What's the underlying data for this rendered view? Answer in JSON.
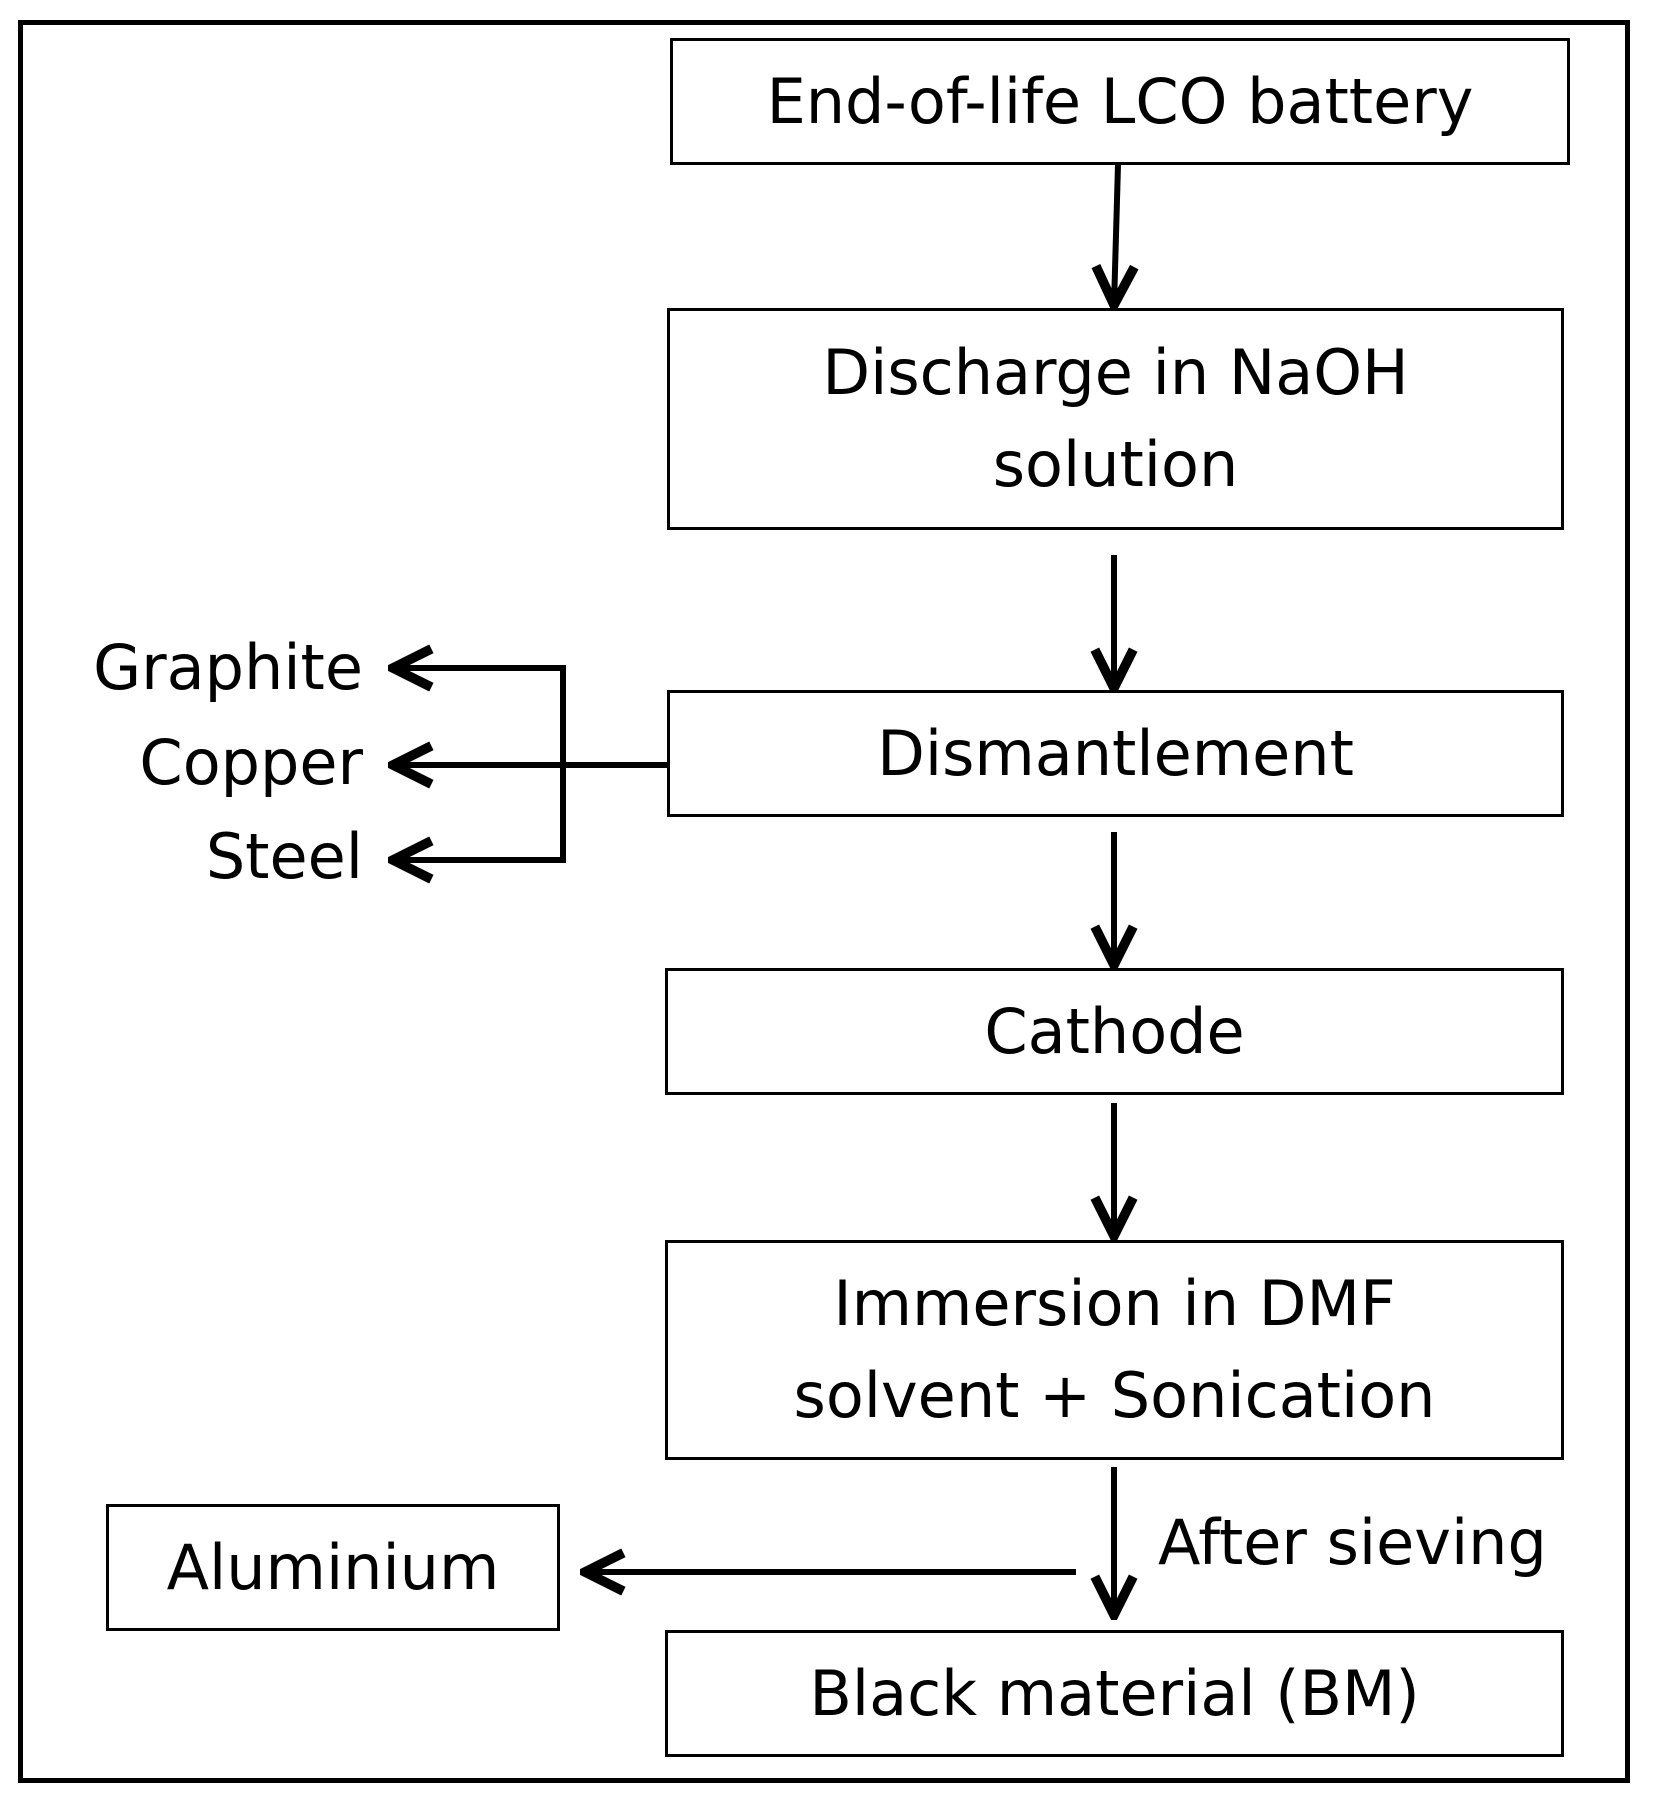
{
  "steps": {
    "battery": "End-of-life LCO battery",
    "discharge_line1": "Discharge in NaOH",
    "discharge_line2": "solution",
    "dismantlement": "Dismantlement",
    "cathode": "Cathode",
    "immersion_line1": "Immersion in DMF",
    "immersion_line2": "solvent + Sonication",
    "black_material": "Black material (BM)"
  },
  "outputs": {
    "graphite": "Graphite",
    "copper": "Copper",
    "steel": "Steel",
    "aluminium": "Aluminium"
  },
  "annotations": {
    "after_sieving": "After sieving"
  },
  "colors": {
    "stroke": "#000000",
    "background": "#ffffff"
  }
}
